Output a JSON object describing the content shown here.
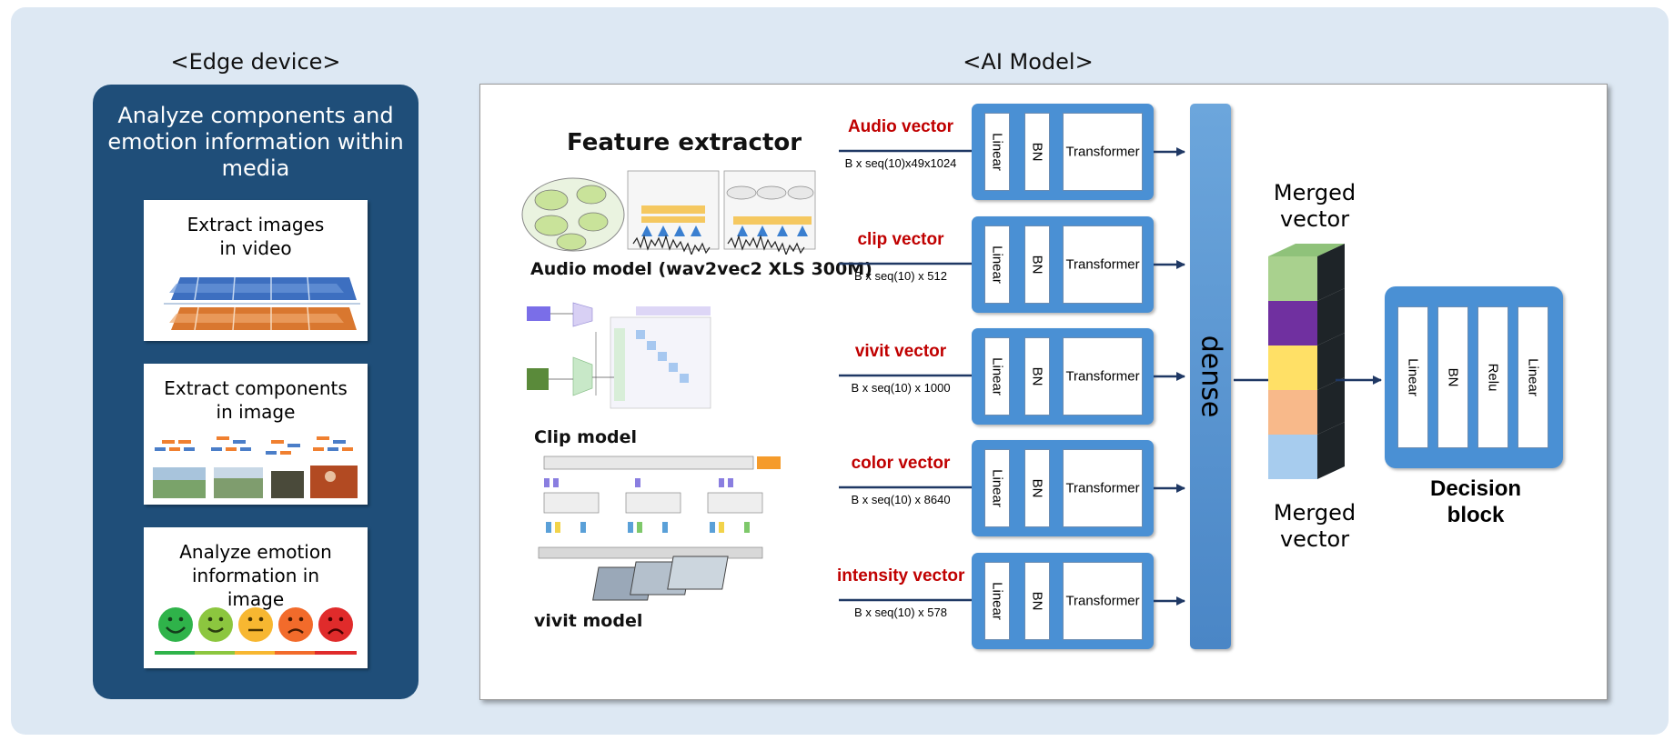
{
  "edge": {
    "title": "<Edge device>",
    "description": "Analyze components and emotion information within media",
    "cards": [
      {
        "title": "Extract images in video"
      },
      {
        "title": "Extract components in image"
      },
      {
        "title": "Analyze emotion information in image"
      }
    ]
  },
  "ai": {
    "title": "<AI Model>",
    "feature_extractor": {
      "title": "Feature extractor",
      "audio_model": "Audio model (wav2vec2 XLS 300M)",
      "clip_model": "Clip model",
      "vivit_model": "vivit model"
    },
    "branches": [
      {
        "name": "Audio vector",
        "dim": "B x seq(10)x49x1024"
      },
      {
        "name": "clip vector",
        "dim": "B x seq(10) x 512"
      },
      {
        "name": "vivit vector",
        "dim": "B x seq(10) x 1000"
      },
      {
        "name": "color vector",
        "dim": "B x seq(10) x 8640"
      },
      {
        "name": "intensity vector",
        "dim": "B x seq(10) x 578"
      }
    ],
    "branch_layers": {
      "linear": "Linear",
      "bn": "BN",
      "transformer": "Transformer"
    },
    "dense_label": "dense",
    "merged_top": "Merged vector",
    "merged_bottom": "Merged vector",
    "merged_colors": [
      "#a9d18e",
      "#7030a0",
      "#ffe066",
      "#f8b98a",
      "#a7ccee"
    ],
    "decision": {
      "title": "Decision block",
      "layers": [
        "Linear",
        "BN",
        "Relu",
        "Linear"
      ]
    }
  },
  "colors": {
    "background": "#dde8f3",
    "edge_panel": "#1f4e79",
    "branch_box": "#4a90d4",
    "vector_name": "#c00000",
    "arrow": "#1f3864"
  }
}
